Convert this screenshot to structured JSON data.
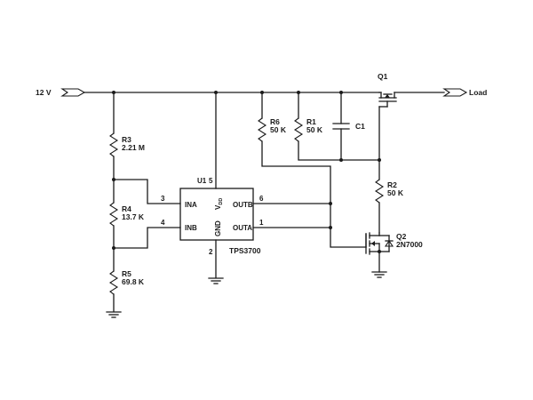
{
  "nets": {
    "input_label": "12 V",
    "output_label": "Load"
  },
  "components": {
    "R3": {
      "ref": "R3",
      "value": "2.21 M"
    },
    "R4": {
      "ref": "R4",
      "value": "13.7 K"
    },
    "R5": {
      "ref": "R5",
      "value": "69.8 K"
    },
    "R6": {
      "ref": "R6",
      "value": "50 K"
    },
    "R1": {
      "ref": "R1",
      "value": "50 K"
    },
    "R2": {
      "ref": "R2",
      "value": "50 K"
    },
    "C1": {
      "ref": "C1"
    },
    "Q1": {
      "ref": "Q1"
    },
    "Q2": {
      "ref": "Q2",
      "value": "2N7000"
    },
    "U1": {
      "ref": "U1",
      "part": "TPS3700",
      "pins": {
        "ina": "INA",
        "inb": "INB",
        "outb": "OUTB",
        "outa": "OUTA",
        "gnd": "GND",
        "vdd": "V",
        "vdd_sub": "DD",
        "n3": "3",
        "n4": "4",
        "n6": "6",
        "n1": "1",
        "n5": "5",
        "n2": "2"
      }
    }
  },
  "colors": {
    "ink": "#1a1a1a",
    "background": "#ffffff"
  }
}
